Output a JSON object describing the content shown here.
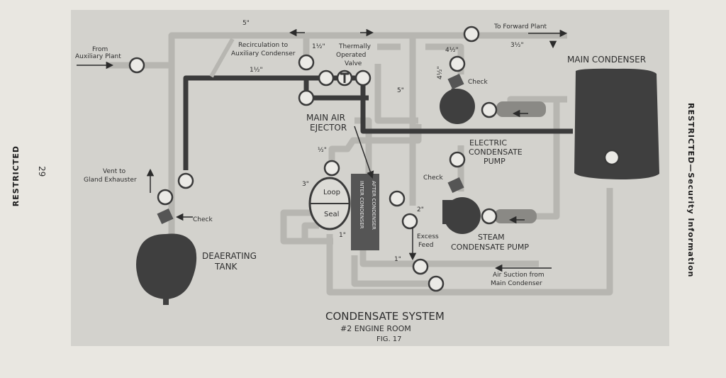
{
  "page": {
    "left_margin": "RESTRICTED",
    "page_number": "29",
    "right_margin": "RESTRICTED—Security Information"
  },
  "figure": {
    "title": "CONDENSATE SYSTEM",
    "subtitle": "#2 ENGINE ROOM",
    "fig": "FIG. 17"
  },
  "labels": {
    "from_aux": [
      "From",
      "Auxiliary Plant"
    ],
    "recirc": [
      "Recirculation to",
      "Auxiliary Condenser"
    ],
    "thermal": [
      "Thermally",
      "Operated",
      "Valve"
    ],
    "to_forward": "To Forward Plant",
    "main_condenser": "MAIN CONDENSER",
    "check_top": "Check",
    "check_mid": "Check",
    "check_left": "Check",
    "main_air_ejector": [
      "MAIN AIR",
      "EJECTOR"
    ],
    "electric_pump": [
      "ELECTRIC",
      "CONDENSATE",
      "PUMP"
    ],
    "vent": [
      "Vent to",
      "Gland Exhauster"
    ],
    "loop": "Loop",
    "seal": "Seal",
    "inter_condenser": "INTER CONDENSER",
    "after_condenser": "AFTER CONDENSER",
    "excess_feed": [
      "Excess",
      "Feed"
    ],
    "steam_pump": [
      "STEAM",
      "CONDENSATE PUMP"
    ],
    "deaerating": [
      "DEAERATING",
      "TANK"
    ],
    "air_suction": [
      "Air Suction from",
      "Main Condenser"
    ]
  },
  "sizes": {
    "s5_top": "5\"",
    "s1h_a": "1½\"",
    "s1h_b": "1½\"",
    "s4h_a": "4½\"",
    "s3h": "3½\"",
    "s4h_b": "4½\"",
    "s5_mid": "5\"",
    "s_half": "½\"",
    "s3": "3\"",
    "s2": "2\"",
    "s1_a": "1\"",
    "s1_b": "1\""
  }
}
